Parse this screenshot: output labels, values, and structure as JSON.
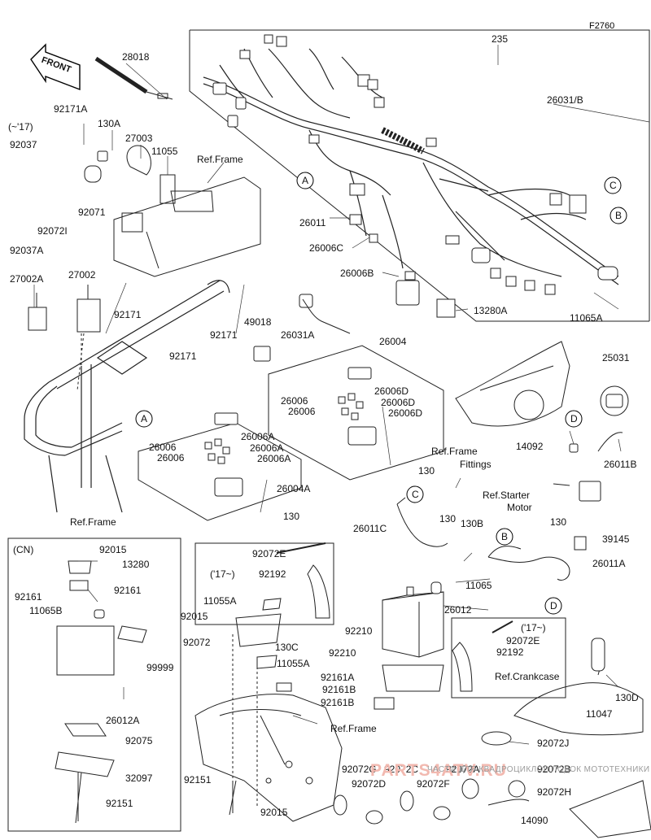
{
  "figure_id": "F2760",
  "front_label": "FRONT",
  "cn_label": "(CN)",
  "watermark": "PARTS4ATV.RU",
  "watermark_sub": "ЧАСТИ ДЛЯ КВАДРОЦИКЛОВ ЛОДОК МОТОТЕХНИКИ",
  "labels": {
    "p235": "235",
    "p28018": "28018",
    "p26031b": "26031/B",
    "p92171a": "92171A",
    "p130a": "130A",
    "p27003": "27003",
    "p11055": "11055",
    "reffr1": "Ref.Frame",
    "upto17": "(~'17)",
    "p92037": "92037",
    "p92071": "92071",
    "p92072i": "92072I",
    "p92037a": "92037A",
    "p26011": "26011",
    "p26006c": "26006C",
    "p26006b": "26006B",
    "p13280a": "13280A",
    "p11065a": "11065A",
    "p27002a": "27002A",
    "p27002": "27002",
    "p92171_1": "92171",
    "p92171_2": "92171",
    "p92171_3": "92171",
    "p49018": "49018",
    "p26031a": "26031A",
    "p26004": "26004",
    "p26006_1": "26006",
    "p26006d_1": "26006D",
    "p26006d_2": "26006D",
    "p26006_2": "26006",
    "p26006d_3": "26006D",
    "p130_1": "130",
    "p26006_3": "26006",
    "p26006a_1": "26006A",
    "p26006a_2": "26006A",
    "p26006_4": "26006",
    "p26006a_3": "26006A",
    "p26004a": "26004A",
    "p130_2": "130",
    "reffr2": "Ref.Frame",
    "p25031": "25031",
    "reffrf1": "Ref.Frame",
    "reffrf2": "Fittings",
    "p14092": "14092",
    "p26011b": "26011B",
    "refsm1": "Ref.Starter",
    "refsm2": "Motor",
    "p130_3": "130",
    "p130_4": "130",
    "p26011c": "26011C",
    "p130b": "130B",
    "p39145": "39145",
    "p26011a": "26011A",
    "p11065": "11065",
    "p26012": "26012",
    "p92015_1": "92015",
    "p13280": "13280",
    "p92161_1": "92161",
    "p92161_2": "92161",
    "p11065b": "11065B",
    "p99999": "99999",
    "p26012a": "26012A",
    "p92075": "92075",
    "p32097": "32097",
    "p92151_1": "92151",
    "p92072e_1": "92072E",
    "from17_1": "('17~)",
    "p92192_1": "92192",
    "p11055a_1": "11055A",
    "p92015_2": "92015",
    "p92072": "92072",
    "p130c": "130C",
    "p11055a_2": "11055A",
    "p92161a": "92161A",
    "p92161b_1": "92161B",
    "p92161b_2": "92161B",
    "reffr3": "Ref.Frame",
    "p92210_1": "92210",
    "p92210_2": "92210",
    "from17_2": "('17~)",
    "p92072e_2": "92072E",
    "p92192_2": "92192",
    "refcc": "Ref.Crankcase",
    "p130d": "130D",
    "p11047": "11047",
    "p92072j": "92072J",
    "p92072g": "92072G",
    "p92072c": "92072C",
    "p92072a": "92072A",
    "p92072b": "92072B",
    "p92072d": "92072D",
    "p92072f": "92072F",
    "p92072h": "92072H",
    "p92151_2": "92151",
    "p92015_3": "92015",
    "p14090": "14090"
  },
  "callouts": {
    "a1": "A",
    "a2": "A",
    "b1": "B",
    "b2": "B",
    "c1": "C",
    "c2": "C",
    "d1": "D",
    "d2": "D"
  }
}
